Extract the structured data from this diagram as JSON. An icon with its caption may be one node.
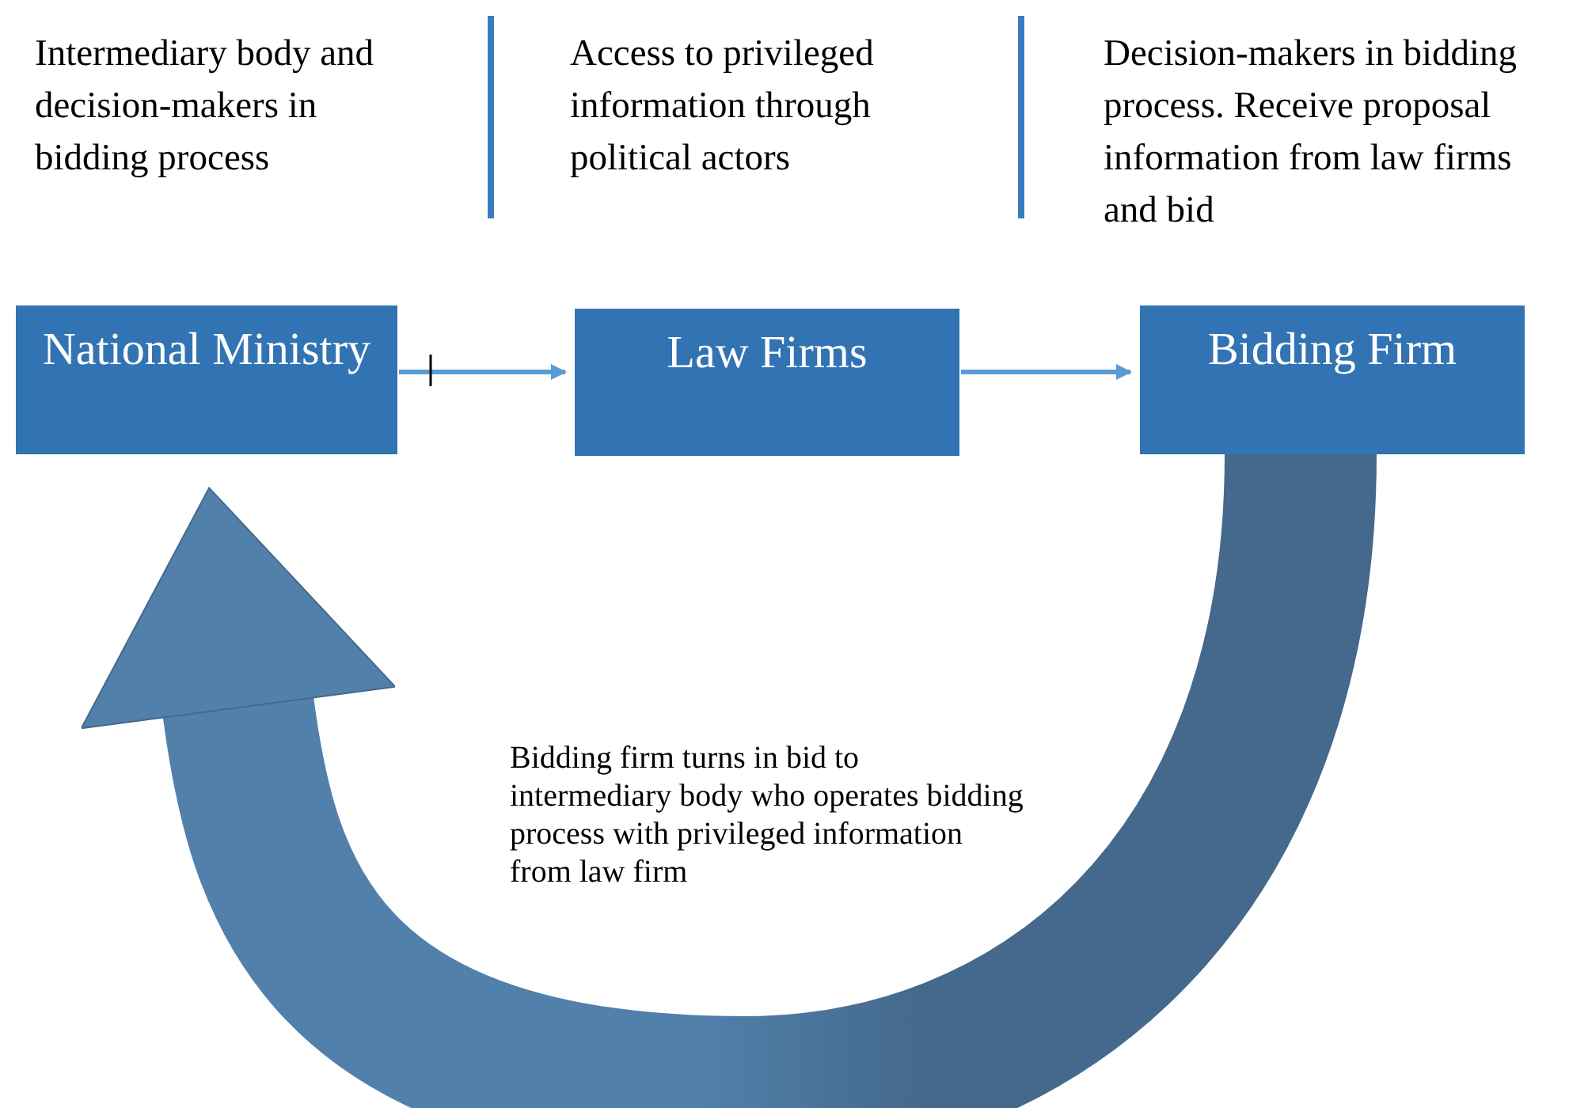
{
  "diagram": {
    "nodes": [
      {
        "text": [
          "National Ministry"
        ],
        "beside": [
          "Intermediary body and decision-makers in bidding process"
        ]
      },
      {
        "text": [
          "Law Firms"
        ],
        "beside": [
          "Access to privileged information through political actors"
        ]
      },
      {
        "text": [
          "Bidding Firm"
        ],
        "beside": [
          "Decision-makers in bidding process. Receive proposal information from law firms and bid"
        ]
      }
    ],
    "edges": [
      {
        "from": 0,
        "to": 1,
        "arrow": "to"
      },
      {
        "from": 1,
        "to": 2,
        "arrow": "to"
      },
      {
        "from": 2,
        "to": 0,
        "arrow": "to",
        "style": "thick",
        "color": "#44698c"
      }
    ],
    "labels": [
      "Bidding firm turns in bid to intermediary body who operates bidding process with privileged information from law firm"
    ]
  }
}
